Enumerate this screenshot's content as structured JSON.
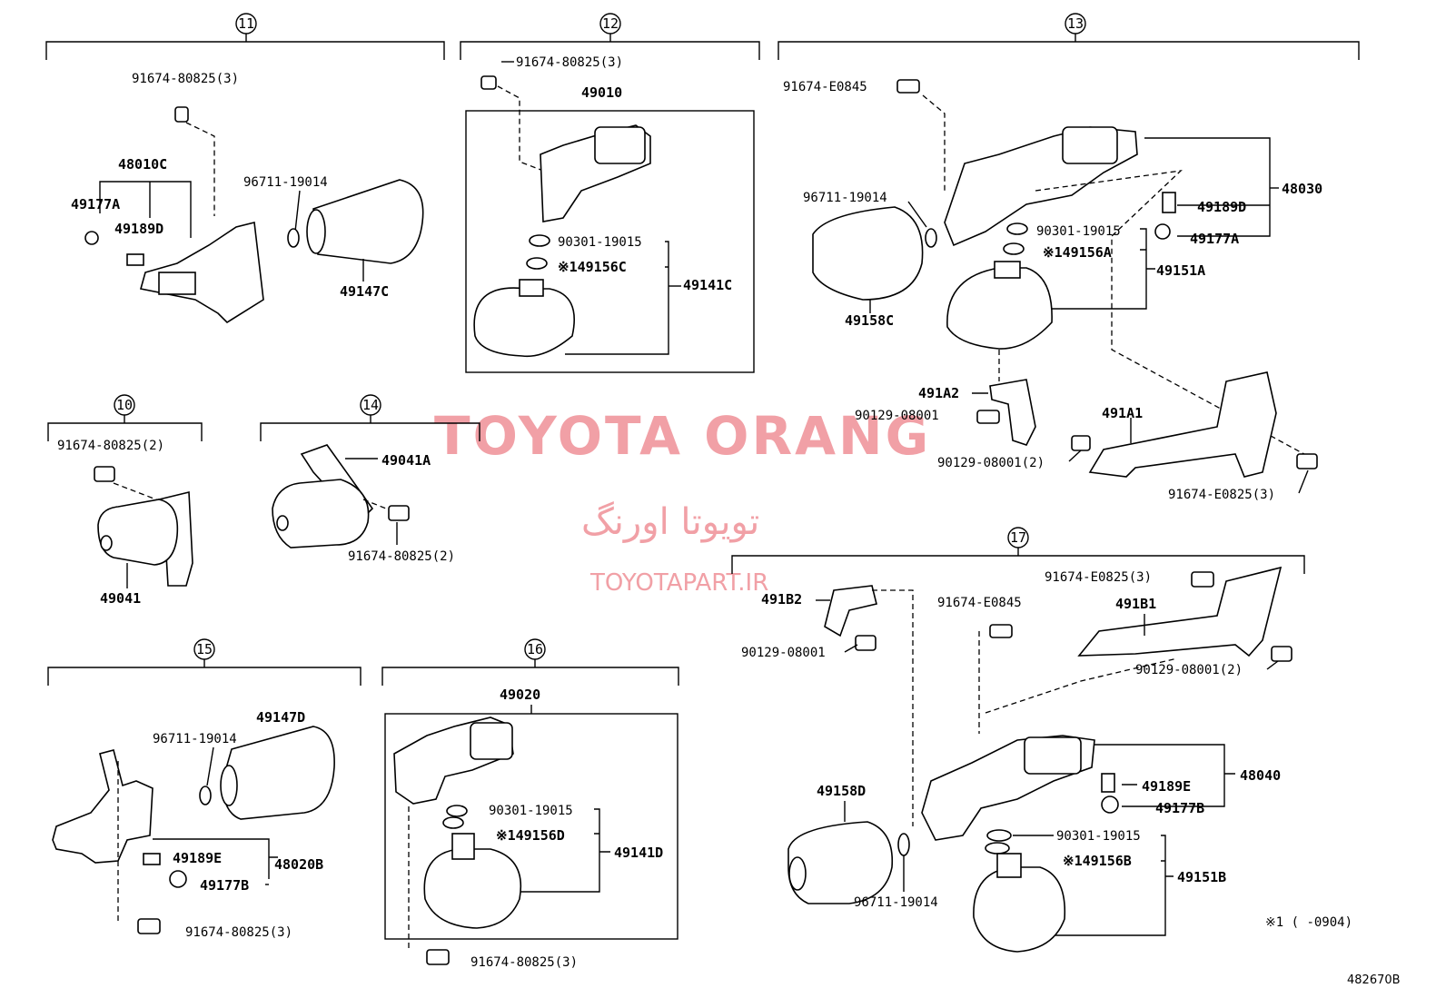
{
  "diagram_id": "482670B",
  "footnote": "※1 (      -0904)",
  "watermark": {
    "brand": "TOYOTA ORANG",
    "brand_fa": "تویوتا اورنگ",
    "site": "TOYOTAPART.IR"
  },
  "groups": [
    {
      "id": "11"
    },
    {
      "id": "12"
    },
    {
      "id": "13"
    },
    {
      "id": "10"
    },
    {
      "id": "14"
    },
    {
      "id": "15"
    },
    {
      "id": "16"
    },
    {
      "id": "17"
    }
  ],
  "labels": {
    "g11": {
      "bolt": "91674-80825(3)",
      "assy": "48010C",
      "a": "49177A",
      "b": "49189D",
      "oring": "96711-19014",
      "filter": "49147C"
    },
    "g12": {
      "bolt": "91674-80825(3)",
      "assy": "49010",
      "oring": "90301-19015",
      "mark": "※149156C",
      "sphere": "49141C"
    },
    "g13": {
      "bolt": "91674-E0845",
      "oring": "96711-19014",
      "filter": "49158C",
      "oring2": "90301-19015",
      "mark": "※149156A",
      "b": "49189D",
      "a": "49177A",
      "assy": "48030",
      "sphere": "49151A",
      "br2": "491A2",
      "bolt2": "90129-08001",
      "br1": "491A1",
      "bolt3": "90129-08001(2)",
      "bolt4": "91674-E0825(3)"
    },
    "g10": {
      "bolt": "91674-80825(2)",
      "assy": "49041"
    },
    "g14": {
      "br": "49041A",
      "bolt": "91674-80825(2)"
    },
    "g15": {
      "filter": "49147D",
      "oring": "96711-19014",
      "e": "49189E",
      "assy": "48020B",
      "b": "49177B",
      "bolt": "91674-80825(3)"
    },
    "g16": {
      "assy": "49020",
      "oring": "90301-19015",
      "mark": "※149156D",
      "sphere": "49141D",
      "bolt": "91674-80825(3)"
    },
    "g17": {
      "bolt1": "91674-E0825(3)",
      "br2": "491B2",
      "bolt2": "91674-E0845",
      "br1": "491B1",
      "bolt3": "90129-08001",
      "bolt4": "90129-08001(2)",
      "filter": "49158D",
      "e": "49189E",
      "assy": "48040",
      "b": "49177B",
      "oring2": "90301-19015",
      "mark": "※149156B",
      "sphere": "49151B",
      "oring": "96711-19014"
    }
  }
}
